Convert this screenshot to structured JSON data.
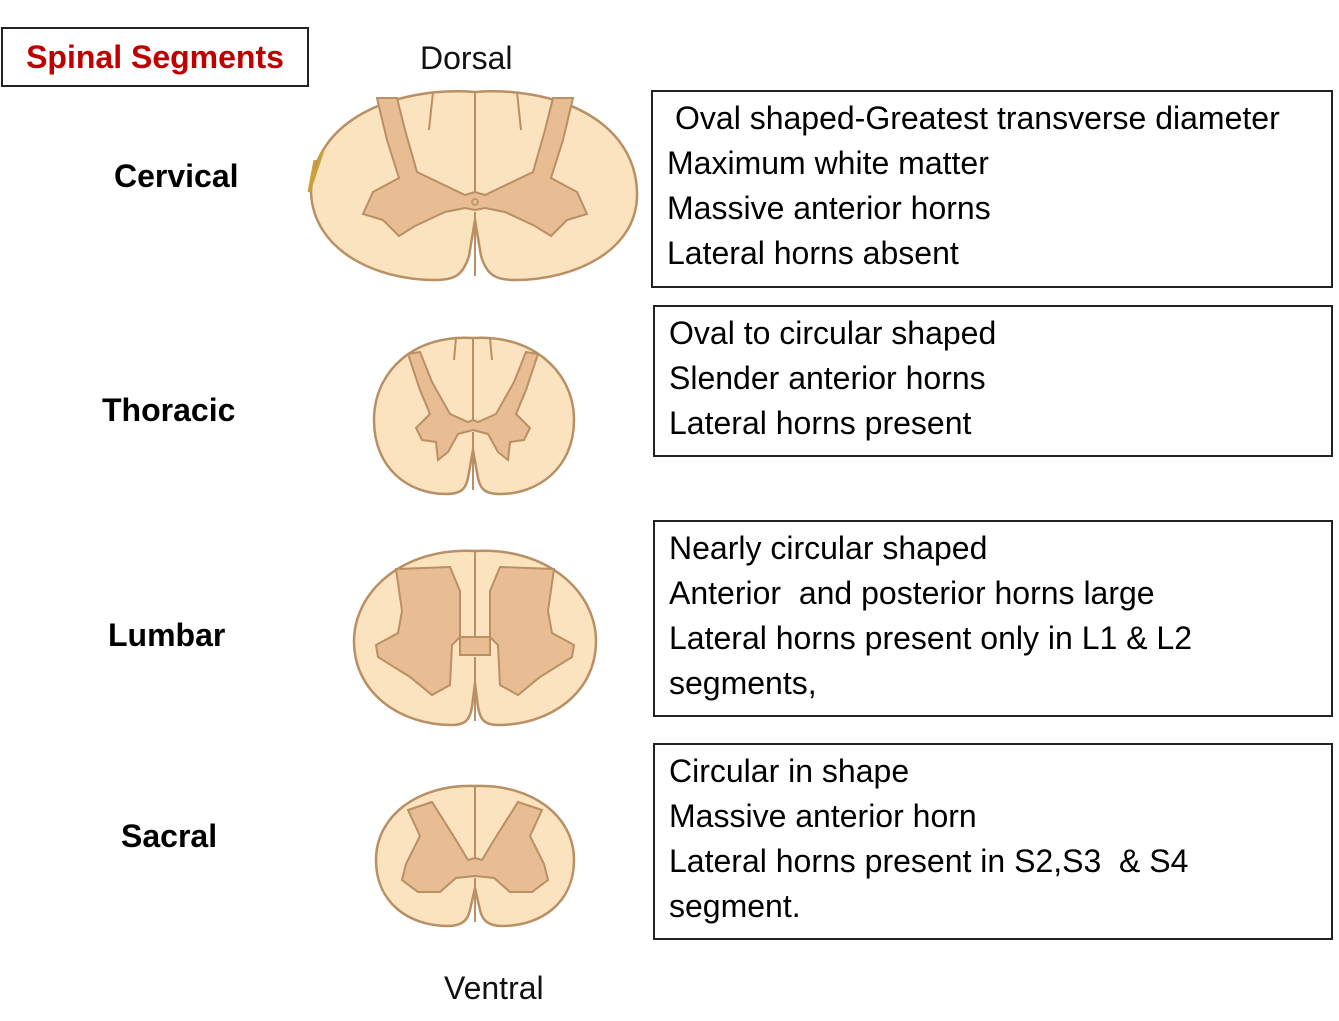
{
  "title": "Spinal Segments",
  "orientation": {
    "top": "Dorsal",
    "bottom": "Ventral"
  },
  "segments": [
    {
      "name": "Cervical",
      "features": [
        "Oval shaped-Greatest transverse diameter",
        "Maximum white matter",
        "Massive anterior horns",
        "Lateral horns absent"
      ]
    },
    {
      "name": "Thoracic",
      "features": [
        "Oval to circular shaped",
        "Slender anterior horns",
        "Lateral horns present"
      ]
    },
    {
      "name": "Lumbar",
      "features": [
        "Nearly circular shaped",
        "Anterior  and posterior horns large",
        "Lateral horns present only in L1 & L2",
        "segments,"
      ]
    },
    {
      "name": "Sacral",
      "features": [
        "Circular in shape",
        "Massive anterior horn",
        "Lateral horns present in S2,S3  & S4",
        "segment."
      ]
    }
  ],
  "colors": {
    "title": "#c00000",
    "white_matter": "#fbe3c0",
    "grey_matter": "#e9bd93",
    "outline": "#b98f64"
  }
}
